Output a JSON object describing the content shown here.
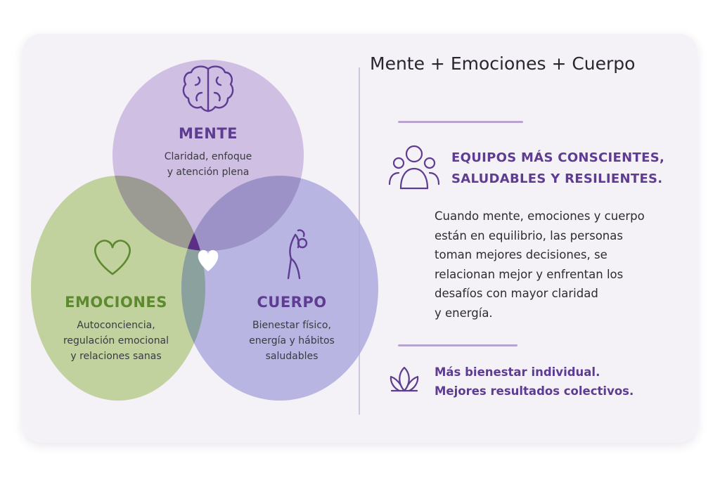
{
  "venn": {
    "mente": {
      "title": "MENTE",
      "description": "Claridad, enfoque\ny atención plena",
      "icon": "brain-icon",
      "color": "#b8a4d8"
    },
    "emociones": {
      "title": "EMOCIONES",
      "description": "Autoconciencia,\nregulación emocional\ny relaciones sanas",
      "icon": "heart-outline-icon",
      "color": "#b5cc8e"
    },
    "cuerpo": {
      "title": "CUERPO",
      "description": "Bienestar físico,\nenergía y hábitos\nsaludables",
      "icon": "stretching-person-icon",
      "color": "#a9a5dd"
    },
    "center": {
      "icon": "heart-filled-icon",
      "color": "#5b2f86"
    }
  },
  "panel": {
    "title": "Mente + Emociones + Cuerpo",
    "teams_heading": "EQUIPOS MÁS CONSCIENTES,\nSALUDABLES Y RESILIENTES.",
    "teams_icon": "group-people-icon",
    "body": "Cuando mente, emociones y cuerpo\nestán en equilibrio, las personas\ntoman mejores decisiones, se\nrelacionan mejor y enfrentan los\ndesafíos con mayor claridad\ny energía.",
    "footer": "Más bienestar individual.\nMejores resultados colectivos.",
    "footer_icon": "lotus-icon",
    "accent_color": "#5e3c92"
  }
}
